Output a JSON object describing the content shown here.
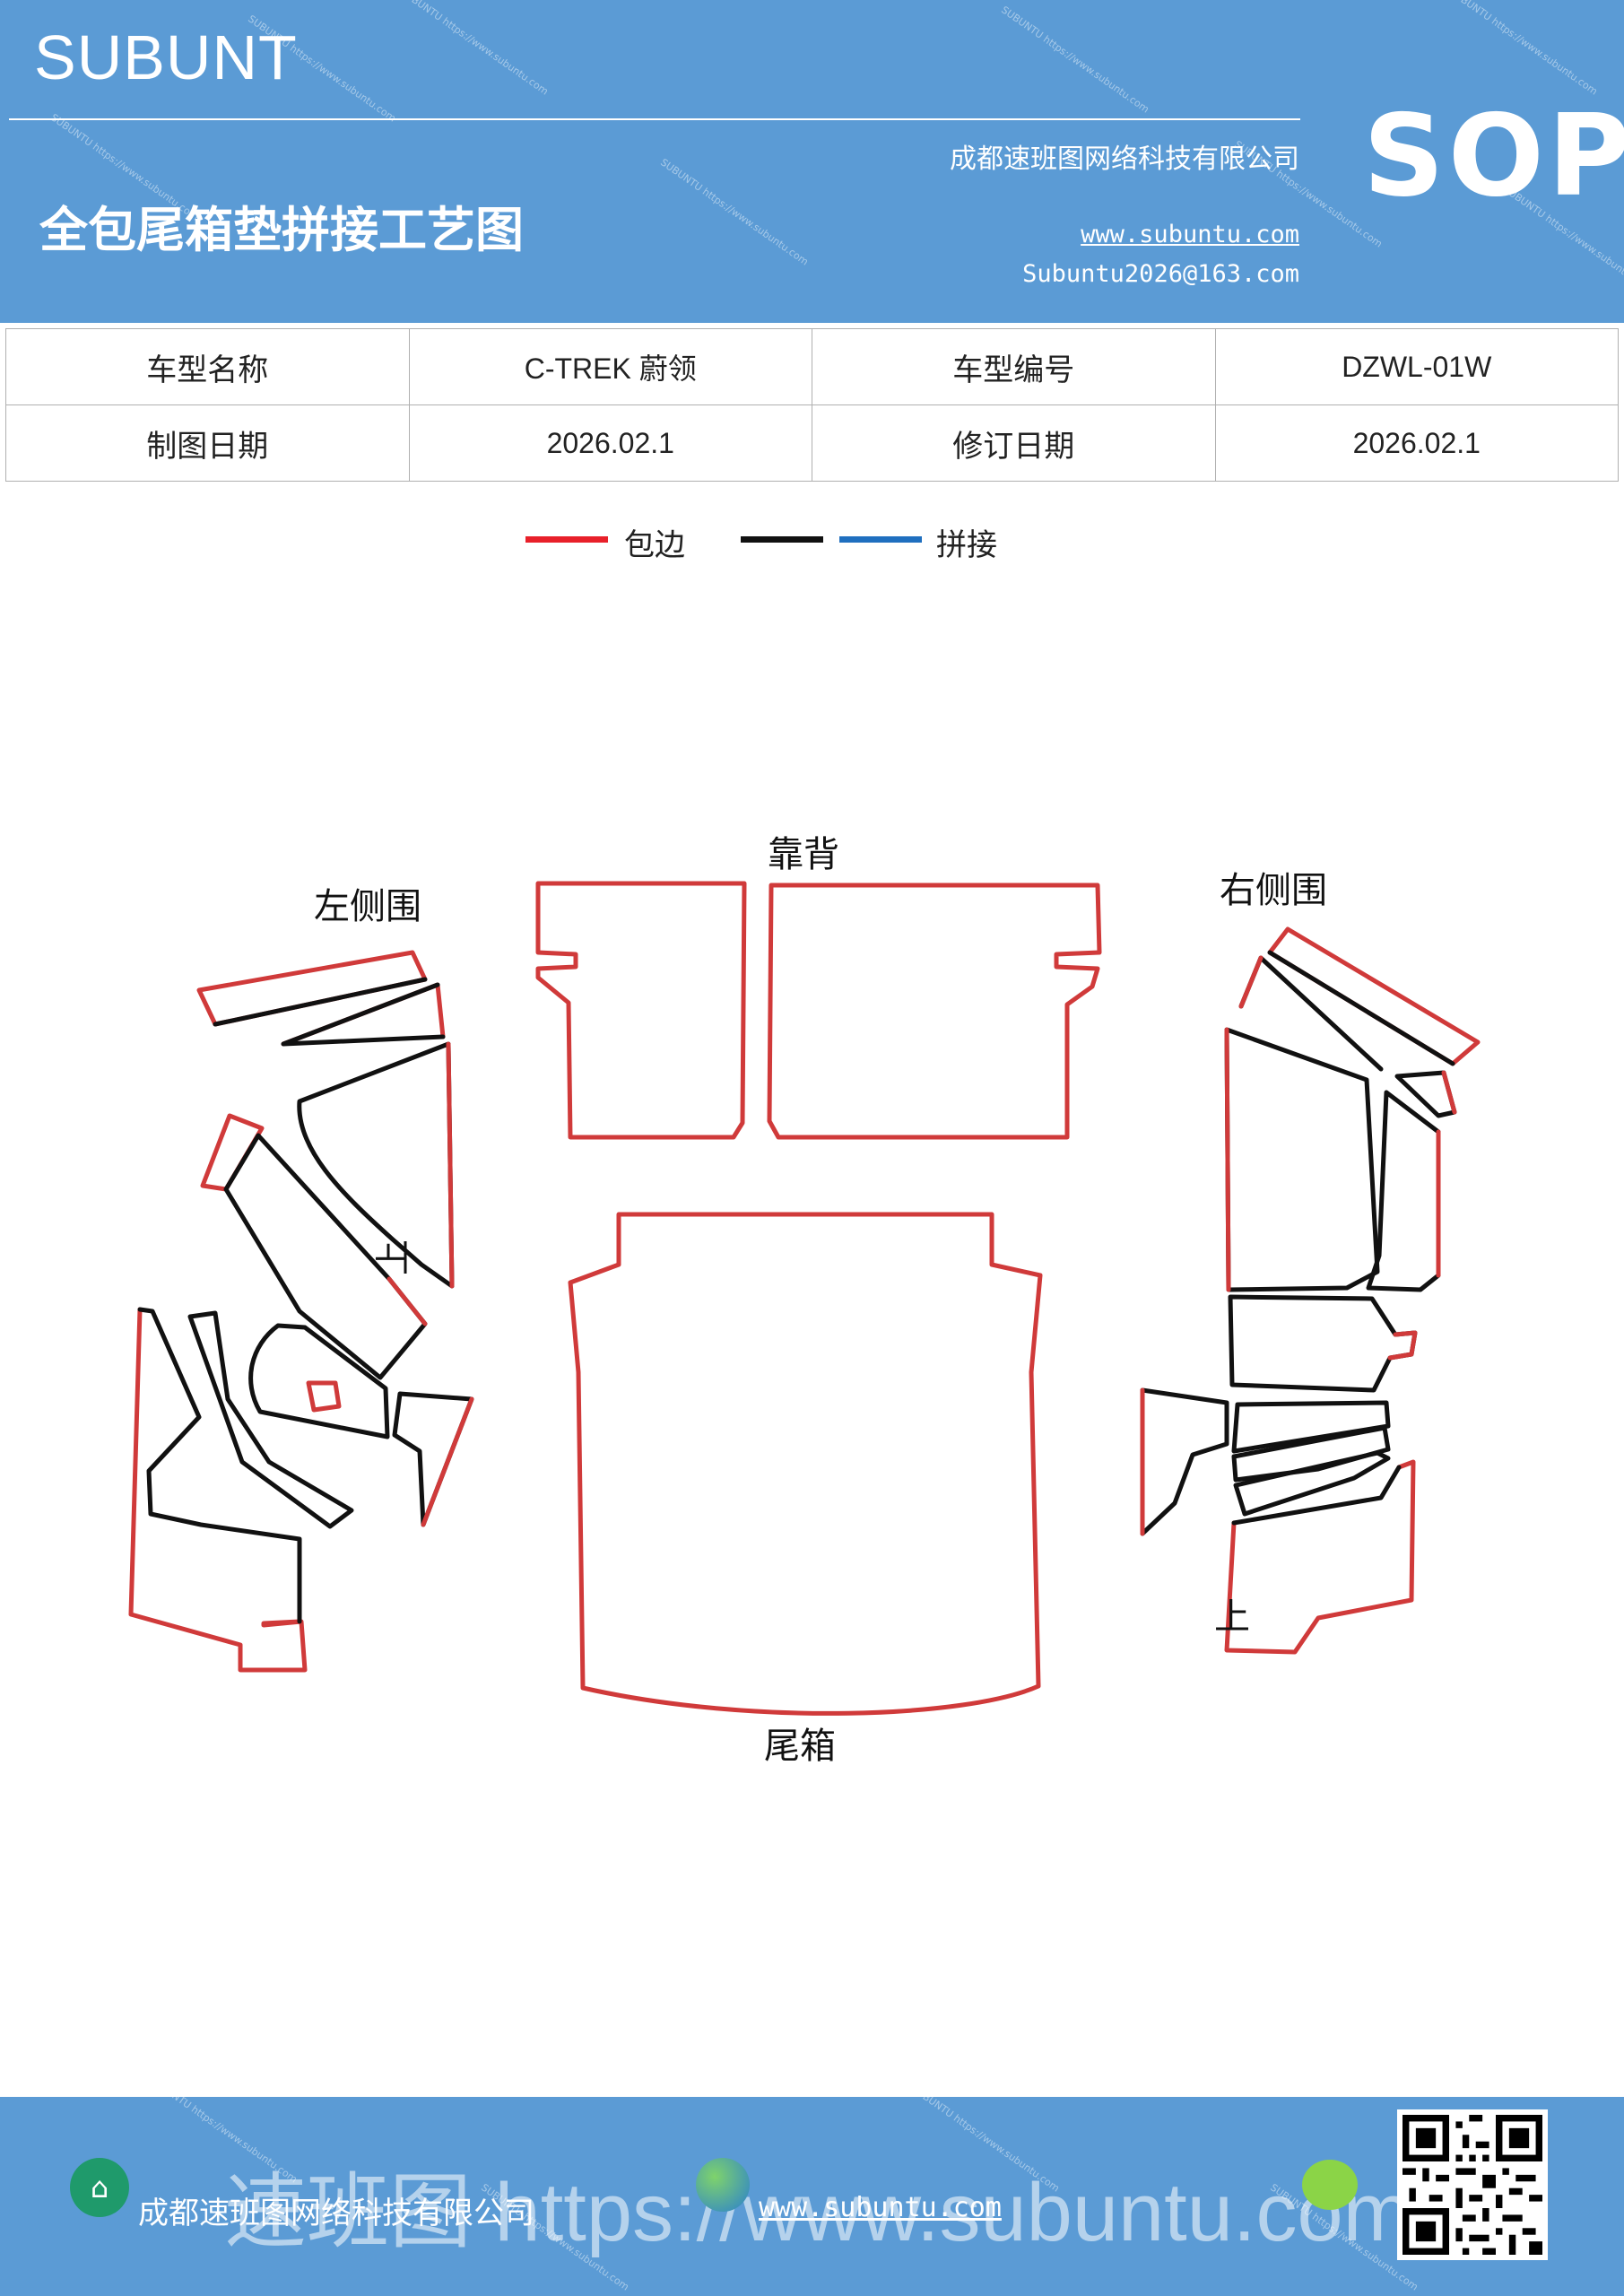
{
  "header": {
    "brand": "SUBUNT",
    "title": "全包尾箱垫拼接工艺图",
    "company": "成都速班图网络科技有限公司",
    "website": "www.subuntu.com",
    "email": "Subuntu2026@163.com",
    "badge": "SOP"
  },
  "info_table": {
    "rows": [
      {
        "label1": "车型名称",
        "value1": "C-TREK  蔚领",
        "label2": "车型编号",
        "value2": "DZWL-01W"
      },
      {
        "label1": "制图日期",
        "value1": "2026.02.1",
        "label2": "修订日期",
        "value2": "2026.02.1"
      }
    ]
  },
  "legend": {
    "items": [
      {
        "label": "包边",
        "color": "#e8202a"
      },
      {
        "label": "",
        "color": "#111111"
      },
      {
        "label": "拼接",
        "color": "#1f6fbf"
      }
    ]
  },
  "diagram": {
    "labels": {
      "left": "左侧围",
      "back": "靠背",
      "right": "右侧围",
      "trunk": "尾箱",
      "up_left": "上",
      "up_right": "上"
    },
    "colors": {
      "edge": "#d03a3a",
      "seam": "#111111"
    }
  },
  "footer": {
    "company": "成都速班图网络科技有限公司",
    "url": "www.subuntu.com",
    "watermark": "速班图 https://www.subuntu.com"
  }
}
